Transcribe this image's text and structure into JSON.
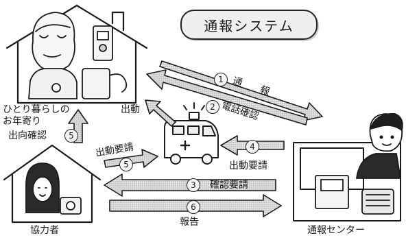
{
  "title": "通報システム",
  "nodes": {
    "elderly": {
      "line1": "ひとり暮らしの",
      "line2": "お年寄り"
    },
    "cooperator": "協力者",
    "center": "通報センター"
  },
  "steps": [
    {
      "num": "1",
      "label": "通　　報"
    },
    {
      "num": "2",
      "label": "電話確認"
    },
    {
      "num": "3",
      "label": "確認要請"
    },
    {
      "num": "4",
      "label": "出動要請"
    },
    {
      "num": "5",
      "label": "出動要請"
    },
    {
      "num": "5",
      "label": "出向確認"
    },
    {
      "num": "6",
      "label": "報告"
    }
  ],
  "dispatch_label": "出動"
}
